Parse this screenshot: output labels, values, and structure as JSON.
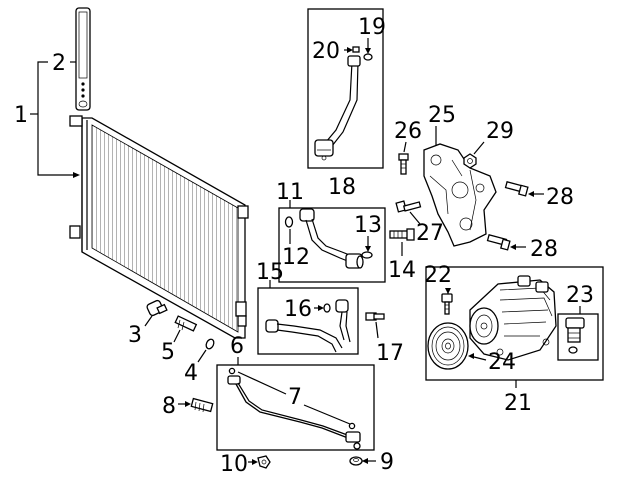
{
  "callouts": {
    "c1": "1",
    "c2": "2",
    "c3": "3",
    "c4": "4",
    "c5": "5",
    "c6": "6",
    "c7": "7",
    "c8": "8",
    "c9": "9",
    "c10": "10",
    "c11": "11",
    "c12": "12",
    "c13": "13",
    "c14": "14",
    "c15": "15",
    "c16": "16",
    "c17": "17",
    "c18": "18",
    "c19": "19",
    "c20": "20",
    "c21": "21",
    "c22": "22",
    "c23": "23",
    "c24": "24",
    "c25": "25",
    "c26": "26",
    "c27": "27",
    "c28a": "28",
    "c28b": "28",
    "c29": "29"
  }
}
